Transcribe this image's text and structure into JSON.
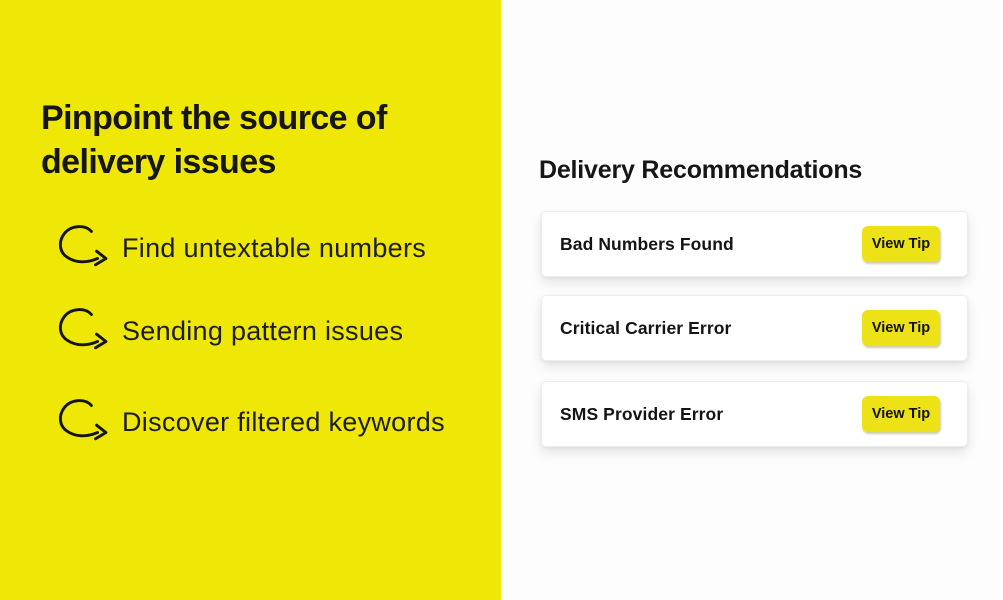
{
  "colors": {
    "panel_yellow": "#EFE705",
    "button_yellow": "#EDE215",
    "card_bg": "#FFFFFF",
    "page_bg": "#FDFDFD",
    "text_dark": "#161616"
  },
  "left_panel": {
    "heading_line1": "Pinpoint the source of",
    "heading_line2": "delivery issues",
    "bullets": [
      {
        "icon": "curved-arrow-icon",
        "label": "Find untextable numbers"
      },
      {
        "icon": "curved-arrow-icon",
        "label": "Sending pattern issues"
      },
      {
        "icon": "curved-arrow-icon",
        "label": "Discover filtered keywords"
      }
    ]
  },
  "right_panel": {
    "heading": "Delivery Recommendations",
    "cards": [
      {
        "title": "Bad Numbers Found",
        "button_label": "View Tip"
      },
      {
        "title": "Critical Carrier Error",
        "button_label": "View Tip"
      },
      {
        "title": "SMS Provider Error",
        "button_label": "View Tip"
      }
    ]
  }
}
